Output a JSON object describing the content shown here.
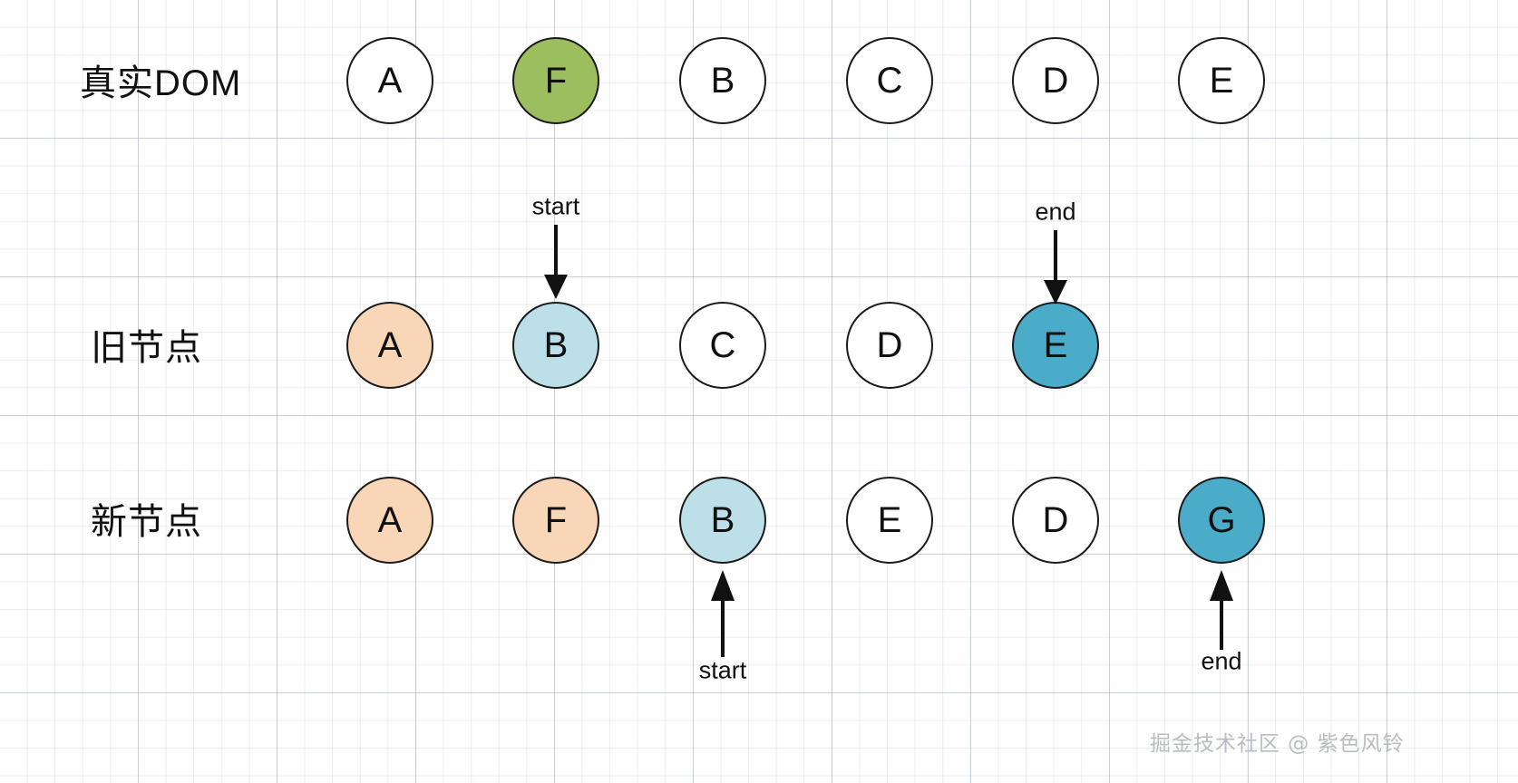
{
  "diagram": {
    "title_row1": "真实DOM",
    "title_row2": "旧节点",
    "title_row3": "新节点",
    "colors": {
      "white": "#ffffff",
      "green": "#9dbe5f",
      "peach": "#fad6b8",
      "light_blue": "#bcdfe8",
      "teal": "#4bacca",
      "stroke": "#1b1b1b"
    },
    "rows": [
      {
        "label": "真实DOM",
        "nodes": [
          {
            "text": "A",
            "fill": "#ffffff"
          },
          {
            "text": "F",
            "fill": "#9dbe5f"
          },
          {
            "text": "B",
            "fill": "#ffffff"
          },
          {
            "text": "C",
            "fill": "#ffffff"
          },
          {
            "text": "D",
            "fill": "#ffffff"
          },
          {
            "text": "E",
            "fill": "#ffffff"
          }
        ]
      },
      {
        "label": "旧节点",
        "nodes": [
          {
            "text": "A",
            "fill": "#fad6b8"
          },
          {
            "text": "B",
            "fill": "#bcdfe8"
          },
          {
            "text": "C",
            "fill": "#ffffff"
          },
          {
            "text": "D",
            "fill": "#ffffff"
          },
          {
            "text": "E",
            "fill": "#4bacca"
          },
          {
            "text": "",
            "fill": "none"
          }
        ]
      },
      {
        "label": "新节点",
        "nodes": [
          {
            "text": "A",
            "fill": "#fad6b8"
          },
          {
            "text": "F",
            "fill": "#fad6b8"
          },
          {
            "text": "B",
            "fill": "#bcdfe8"
          },
          {
            "text": "E",
            "fill": "#ffffff"
          },
          {
            "text": "D",
            "fill": "#ffffff"
          },
          {
            "text": "G",
            "fill": "#4bacca"
          }
        ]
      }
    ],
    "annotations": [
      {
        "label": "start",
        "target": "old-node-b",
        "direction": "down"
      },
      {
        "label": "end",
        "target": "old-node-e",
        "direction": "down"
      },
      {
        "label": "start",
        "target": "new-node-b",
        "direction": "up"
      },
      {
        "label": "end",
        "target": "new-node-g",
        "direction": "up"
      }
    ],
    "watermark": "掘金技术社区 @ 紫色风铃"
  }
}
